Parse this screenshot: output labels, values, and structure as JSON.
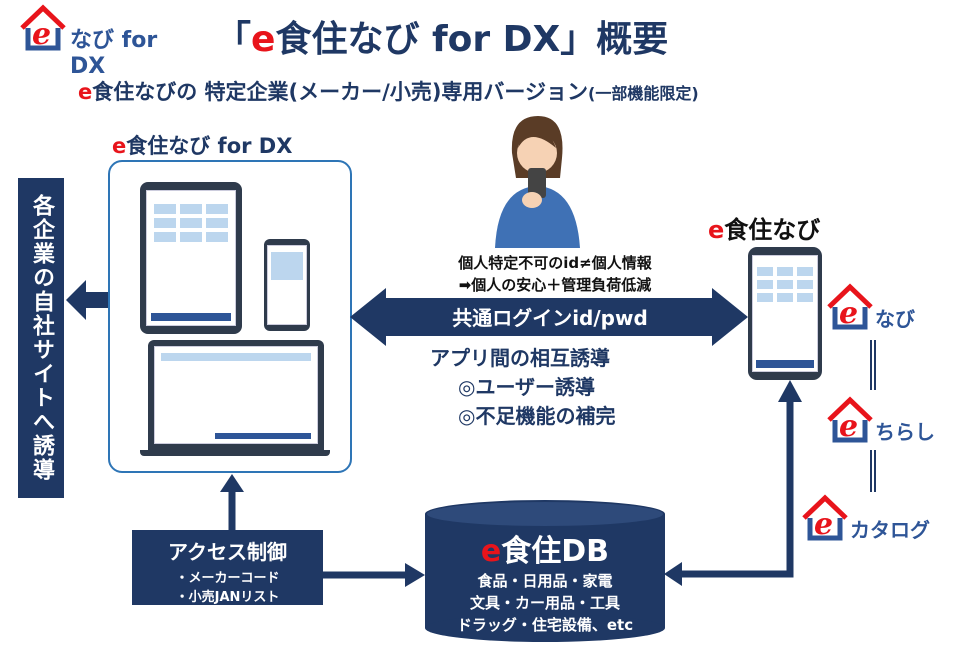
{
  "logo": {
    "text": "なび for DX"
  },
  "title": {
    "open": "「",
    "e": "e",
    "rest": "食住なび for DX」概要"
  },
  "subtitle": {
    "e": "e",
    "main": "食住なびの 特定企業(メーカー/小売)専用バージョン",
    "note": "(一部機能限定)"
  },
  "dx_app": {
    "e": "e",
    "label": "食住なび for DX"
  },
  "left_banner": {
    "text": "各企業の自社サイトへ誘導"
  },
  "id_note": {
    "line1": "個人特定不可のid≠個人情報",
    "line2": "➡個人の安心＋管理負荷低減"
  },
  "login_arrow": {
    "label": "共通ログインid/pwd"
  },
  "mutual": {
    "title": "アプリ間の相互誘導",
    "item1": "◎ユーザー誘導",
    "item2": "◎不足機能の補完"
  },
  "enavi": {
    "e": "e",
    "label": "食住なび"
  },
  "app_logos": [
    {
      "name": "なび"
    },
    {
      "name": "ちらし"
    },
    {
      "name": "カタログ"
    }
  ],
  "access": {
    "title": "アクセス制御",
    "items": [
      "・メーカーコード",
      "・小売JANリスト"
    ]
  },
  "db": {
    "e": "e",
    "title": "食住DB",
    "lines": [
      "食品・日用品・家電",
      "文具・カー用品・工具",
      "ドラッグ・住宅設備、etc"
    ]
  },
  "colors": {
    "navy": "#1f3864",
    "red": "#e8141b",
    "blue_border": "#2e75b6"
  }
}
